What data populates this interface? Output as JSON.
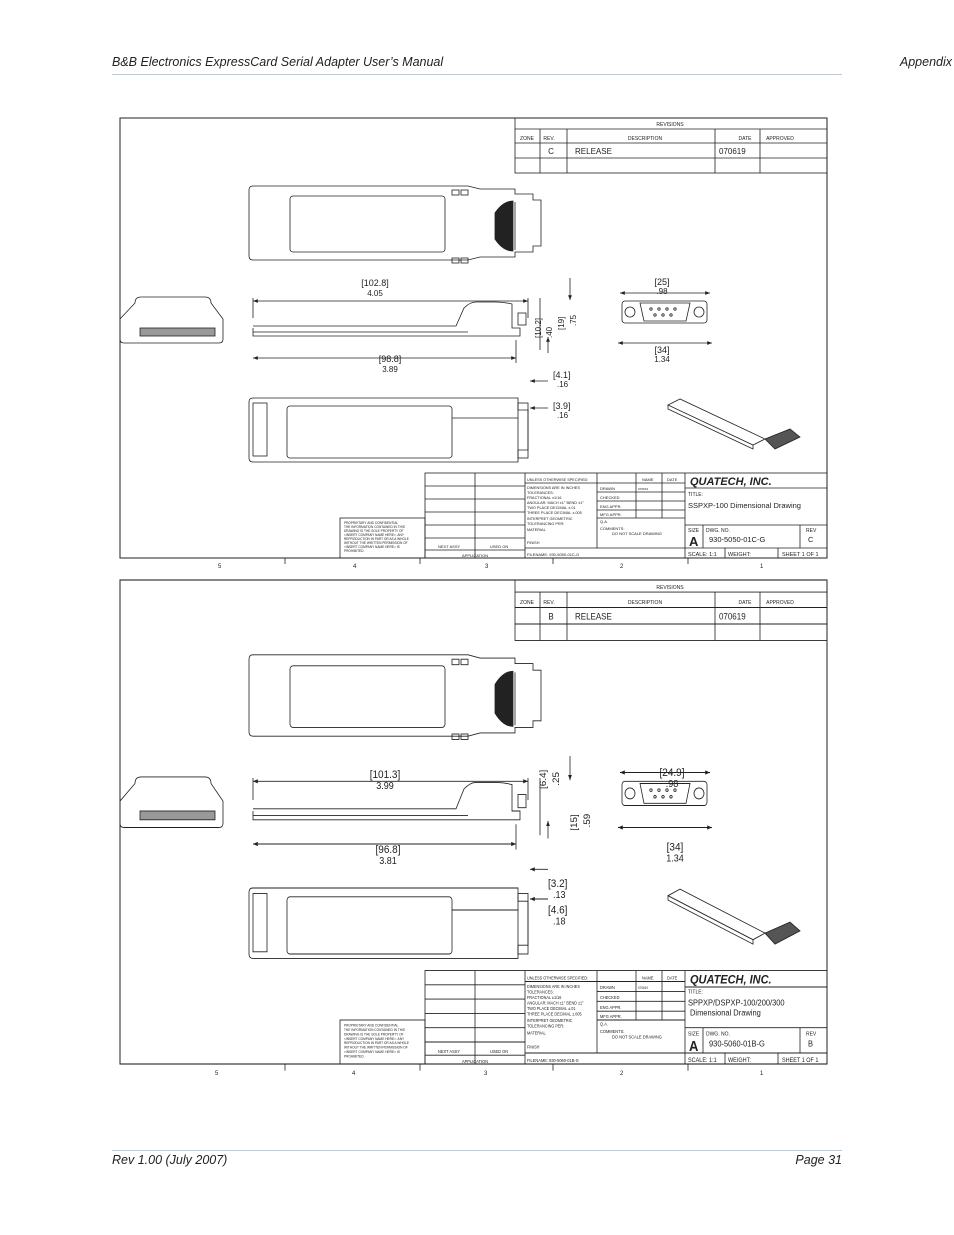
{
  "header": {
    "title": "B&B Electronics ExpressCard Serial Adapter User’s Manual",
    "section": "Appendix"
  },
  "footer": {
    "revision": "Rev 1.00  (July 2007)",
    "page": "Page 31"
  },
  "drawings": [
    {
      "revisions_title": "REVISIONS",
      "rev_headers": {
        "zone": "ZONE",
        "rev": "REV.",
        "description": "DESCRIPTION",
        "date": "DATE",
        "approved": "APPROVED"
      },
      "rev_row": {
        "rev": "C",
        "description": "RELEASE",
        "date": "070619"
      },
      "dims": {
        "length_mm": "[102.8]",
        "length_in": "4.05",
        "body_mm": "[98.8]",
        "body_in": "3.89",
        "h1_mm": "[10.2]",
        "h1_in": ".40",
        "h2_mm": "[19]",
        "h2_in": ".75",
        "conn_w_mm": "[25]",
        "conn_w_in": ".98",
        "flange_mm": "[34]",
        "flange_in": "1.34",
        "d1_mm": "[4.1]",
        "d1_in": ".16",
        "d2_mm": "[3.9]",
        "d2_in": ".16"
      },
      "company": "QUATECH, INC.",
      "title_label": "TITLE:",
      "title": "SSPXP-100 Dimensional Drawing",
      "size_label": "SIZE",
      "size": "A",
      "dwg_label": "DWG.  NO.",
      "dwg_no": "930-5050-01C-G",
      "rev_label": "REV",
      "rev": "C",
      "scale": "SCALE: 1:1",
      "weight": "WEIGHT:",
      "sheet": "SHEET 1 OF 1",
      "spec": [
        "UNLESS OTHERWISE SPECIFIED:",
        "DIMENSIONS ARE IN INCHES",
        "TOLERANCES:",
        "FRACTIONAL ±1/16",
        "ANGULAR: MACH ±1° BEND ±1°",
        "TWO PLACE DECIMAL   ±.01",
        "THREE PLACE DECIMAL  ±.005",
        "INTERPRET GEOMETRIC",
        "TOLERANCING PER:",
        "MATERIAL",
        "FINISH"
      ],
      "sign": {
        "name": "NAME",
        "date": "DATE",
        "drawn": "DRAWN",
        "drawn_by": "070619",
        "checked": "CHECKED",
        "eng": "ENG APPR.",
        "mfg": "MFG APPR.",
        "qa": "Q.A.",
        "comments": "COMMENTS:",
        "noscale": "DO NOT SCALE DRAWING"
      },
      "filename": "FILENAME: 930-5050-01C-G",
      "next_assy": "NEXT ASSY",
      "used_on": "USED ON",
      "application": "APPLICATION",
      "proprietary": [
        "PROPRIETARY AND CONFIDENTIAL",
        "THE INFORMATION CONTAINED IN THIS",
        "DRAWING IS THE SOLE PROPERTY OF",
        "<INSERT COMPANY NAME HERE>. ANY",
        "REPRODUCTION IN PART OR AS A WHOLE",
        "WITHOUT THE WRITTEN PERMISSION OF",
        "<INSERT COMPANY NAME HERE> IS",
        "PROHIBITED."
      ],
      "zones": [
        "5",
        "4",
        "3",
        "2",
        "1"
      ]
    },
    {
      "revisions_title": "REVISIONS",
      "rev_headers": {
        "zone": "ZONE",
        "rev": "REV.",
        "description": "DESCRIPTION",
        "date": "DATE",
        "approved": "APPROVED"
      },
      "rev_row": {
        "rev": "B",
        "description": "RELEASE",
        "date": "070619"
      },
      "dims": {
        "length_mm": "[101.3]",
        "length_in": "3.99",
        "body_mm": "[96.8]",
        "body_in": "3.81",
        "h1_mm": "[6.4]",
        "h1_in": ".25",
        "h2_mm": "[15]",
        "h2_in": ".59",
        "conn_w_mm": "[24.9]",
        "conn_w_in": ".98",
        "flange_mm": "[34]",
        "flange_in": "1.34",
        "d1_mm": "[3.2]",
        "d1_in": ".13",
        "d2_mm": "[4.6]",
        "d2_in": ".18"
      },
      "company": "QUATECH, INC.",
      "title_label": "TITLE:",
      "title": "SPPXP/DSPXP-100/200/300",
      "title2": "Dimensional Drawing",
      "size_label": "SIZE",
      "size": "A",
      "dwg_label": "DWG.  NO.",
      "dwg_no": "930-5060-01B-G",
      "rev_label": "REV",
      "rev": "B",
      "scale": "SCALE: 1:1",
      "weight": "WEIGHT:",
      "sheet": "SHEET 1 OF 1",
      "spec": [
        "UNLESS OTHERWISE SPECIFIED:",
        "DIMENSIONS ARE IN INCHES",
        "TOLERANCES:",
        "FRACTIONAL ±1/16",
        "ANGULAR: MACH ±1° BEND ±1°",
        "TWO PLACE DECIMAL   ±.01",
        "THREE PLACE DECIMAL  ±.005",
        "INTERPRET GEOMETRIC",
        "TOLERANCING PER:",
        "MATERIAL",
        "FINISH"
      ],
      "sign": {
        "name": "NAME",
        "date": "DATE",
        "drawn": "DRAWN",
        "drawn_by": "070619",
        "checked": "CHECKED",
        "eng": "ENG APPR.",
        "mfg": "MFG APPR.",
        "qa": "Q.A.",
        "comments": "COMMENTS:",
        "noscale": "DO NOT SCALE DRAWING"
      },
      "filename": "FILENAME: 930-5060-01B-G",
      "next_assy": "NEXT ASSY",
      "used_on": "USED ON",
      "application": "APPLICATION",
      "proprietary": [
        "PROPRIETARY AND CONFIDENTIAL",
        "THE INFORMATION CONTAINED IN THIS",
        "DRAWING IS THE SOLE PROPERTY OF",
        "<INSERT COMPANY NAME HERE>. ANY",
        "REPRODUCTION IN PART OR AS A WHOLE",
        "WITHOUT THE WRITTEN PERMISSION OF",
        "<INSERT COMPANY NAME HERE> IS",
        "PROHIBITED."
      ],
      "zones": [
        "5",
        "4",
        "3",
        "2",
        "1"
      ]
    }
  ]
}
